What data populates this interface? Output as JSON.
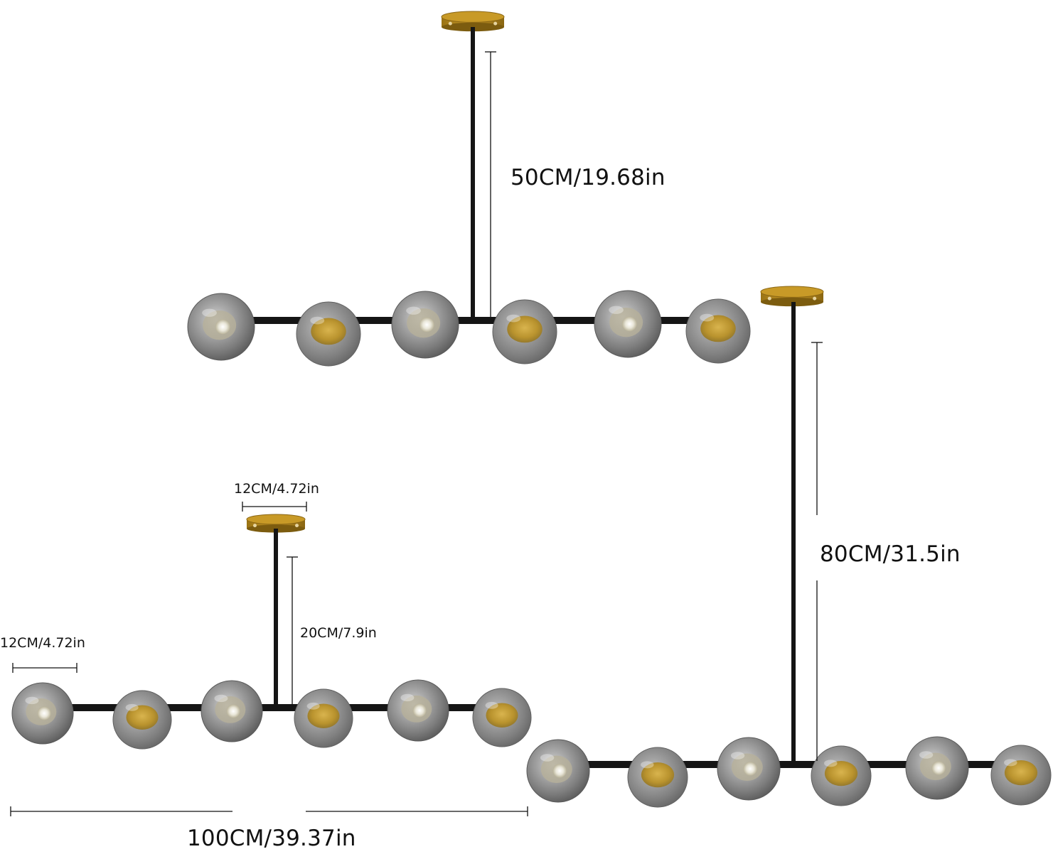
{
  "colors": {
    "background": "#ffffff",
    "rod": "#151515",
    "canopy_brass": "#b58a1f",
    "canopy_brass_dark": "#8a6614",
    "globe_smoke": "#8d8d8d",
    "globe_light": "#c9c9c9",
    "bulb_gold": "#d4a21c",
    "dimension_line": "#111111"
  },
  "icons": [
    "pendant-light-icon",
    "glass-globe-icon",
    "ceiling-canopy-icon"
  ],
  "fixtures": [
    {
      "name": "pendant-50cm",
      "globe_count": 6
    },
    {
      "name": "pendant-80cm",
      "globe_count": 6
    },
    {
      "name": "pendant-20cm",
      "globe_count": 6
    }
  ],
  "labels": {
    "drop_50": "50CM/19.68in",
    "drop_80": "80CM/31.5in",
    "drop_20": "20CM/7.9in",
    "canopy_width": "12CM/4.72in",
    "globe_width": "12CM/4.72in",
    "total_length": "100CM/39.37in"
  }
}
